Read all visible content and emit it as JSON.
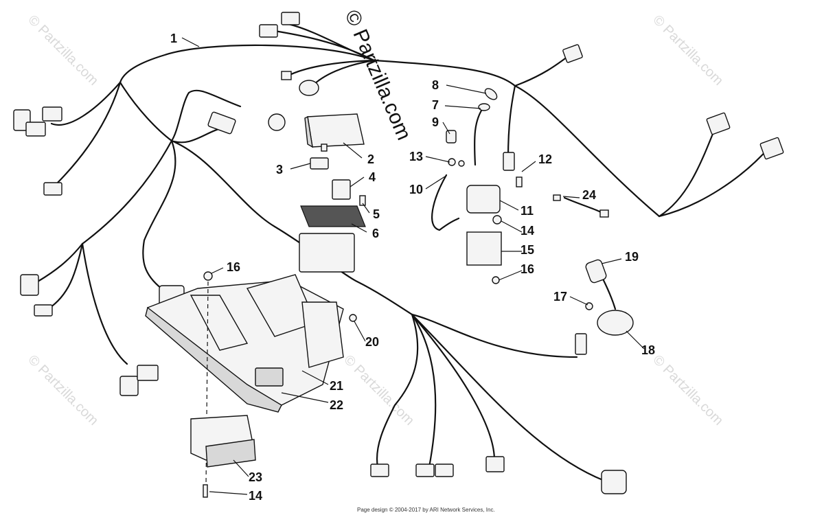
{
  "watermark": {
    "main": "© Partzilla.com",
    "repeat": "© Partzilla.com"
  },
  "callouts": {
    "c1": "1",
    "c2": "2",
    "c3": "3",
    "c4": "4",
    "c5": "5",
    "c6": "6",
    "c7": "7",
    "c8": "8",
    "c9": "9",
    "c10": "10",
    "c11": "11",
    "c12": "12",
    "c13": "13",
    "c14a": "14",
    "c14b": "14",
    "c15": "15",
    "c16a": "16",
    "c16b": "16",
    "c17": "17",
    "c18": "18",
    "c19": "19",
    "c20": "20",
    "c21": "21",
    "c22": "22",
    "c23": "23",
    "c24": "24"
  },
  "footer": {
    "text": "Page design © 2004-2017 by ARI Network Services, Inc."
  }
}
